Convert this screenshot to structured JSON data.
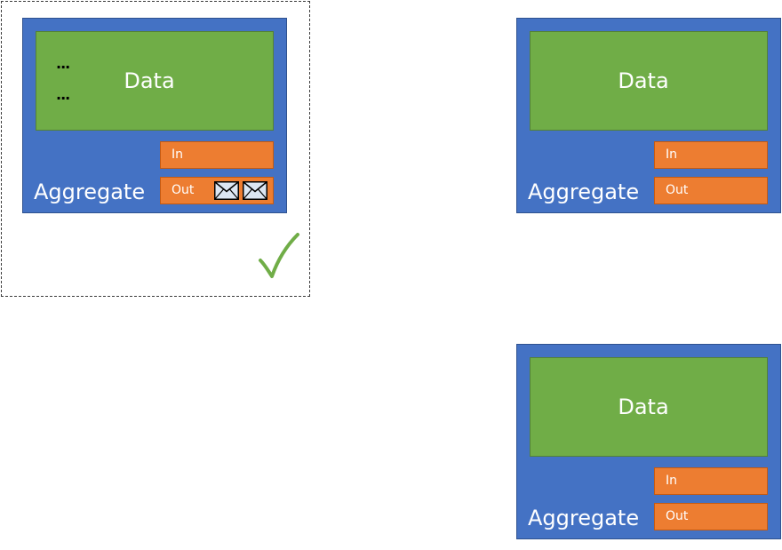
{
  "aggregates": [
    {
      "data_label": "Data",
      "aggregate_label": "Aggregate",
      "in_label": "In",
      "out_label": "Out",
      "dots": [
        "...",
        "..."
      ],
      "out_messages": 2,
      "committed": true
    },
    {
      "data_label": "Data",
      "aggregate_label": "Aggregate",
      "in_label": "In",
      "out_label": "Out"
    },
    {
      "data_label": "Data",
      "aggregate_label": "Aggregate",
      "in_label": "In",
      "out_label": "Out"
    }
  ],
  "colors": {
    "aggregate": "#4472c4",
    "data": "#70ad47",
    "queue": "#ed7d31",
    "check": "#70ad47"
  },
  "icons": {
    "message": "envelope-icon",
    "commit": "checkmark-icon"
  }
}
